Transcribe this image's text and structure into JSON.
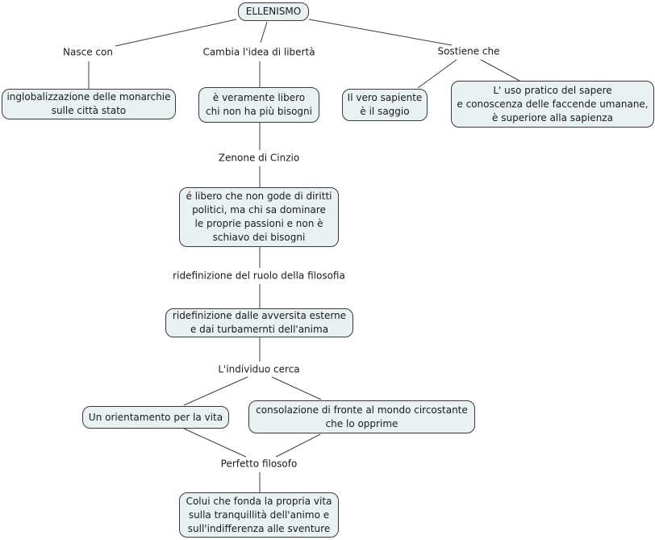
{
  "diagram": {
    "title": "ELLENISMO",
    "colors": {
      "background": "#ffffff",
      "node_fill": "#eaf1f2",
      "node_border": "#3a3a3a",
      "line": "#3c3c3c",
      "text": "#1a1a1a"
    }
  },
  "nodes": [
    {
      "id": "ellenismo",
      "text": "ELLENISMO"
    },
    {
      "id": "inglobalizzazione",
      "text": "inglobalizzazione delle monarchie\nsulle città stato"
    },
    {
      "id": "veramente-libero",
      "text": "è veramente libero\nchi non ha più bisogni"
    },
    {
      "id": "vero-sapiente",
      "text": "Il vero sapiente\nè il saggio"
    },
    {
      "id": "uso-pratico",
      "text": "L' uso pratico del sapere\ne conoscenza delle faccende umanane,\nè superiore alla sapienza"
    },
    {
      "id": "libero-diritti",
      "text": "é libero che non gode di diritti\npolitici, ma chi sa dominare\nle proprie passioni e non è\nschiavo dei bisogni"
    },
    {
      "id": "ridefinizione-avversita",
      "text": "ridefinizione dalle avversita esterne\ne dai turbamernti dell'anima"
    },
    {
      "id": "orientamento",
      "text": "Un orientamento per la vita"
    },
    {
      "id": "consolazione",
      "text": "consolazione di fronte al mondo circostante\nche lo opprime"
    },
    {
      "id": "colui-che-fonda",
      "text": "Colui che fonda la propria vita\nsulla tranquillità dell'animo e\nsull'indifferenza alle sventure"
    }
  ],
  "labels": [
    {
      "id": "nasce-con",
      "text": "Nasce con"
    },
    {
      "id": "cambia-idea",
      "text": "Cambia l'idea di libertà"
    },
    {
      "id": "sostiene-che",
      "text": "Sostiene che"
    },
    {
      "id": "zenone",
      "text": "Zenone di Cinzio"
    },
    {
      "id": "ridefinizione-ruolo",
      "text": "ridefinizione del ruolo della filosofia"
    },
    {
      "id": "individuo-cerca",
      "text": "L'individuo cerca"
    },
    {
      "id": "perfetto-filosofo",
      "text": "Perfetto filosofo"
    }
  ],
  "edges": [
    {
      "from": "ellenismo",
      "to": "nasce-con"
    },
    {
      "from": "ellenismo",
      "to": "cambia-idea"
    },
    {
      "from": "ellenismo",
      "to": "sostiene-che"
    },
    {
      "from": "nasce-con",
      "to": "inglobalizzazione"
    },
    {
      "from": "cambia-idea",
      "to": "veramente-libero"
    },
    {
      "from": "sostiene-che",
      "to": "vero-sapiente"
    },
    {
      "from": "sostiene-che",
      "to": "uso-pratico"
    },
    {
      "from": "veramente-libero",
      "to": "zenone"
    },
    {
      "from": "zenone",
      "to": "libero-diritti"
    },
    {
      "from": "libero-diritti",
      "to": "ridefinizione-ruolo"
    },
    {
      "from": "ridefinizione-ruolo",
      "to": "ridefinizione-avversita"
    },
    {
      "from": "ridefinizione-avversita",
      "to": "individuo-cerca"
    },
    {
      "from": "individuo-cerca",
      "to": "orientamento"
    },
    {
      "from": "individuo-cerca",
      "to": "consolazione"
    },
    {
      "from": "orientamento",
      "to": "perfetto-filosofo"
    },
    {
      "from": "consolazione",
      "to": "perfetto-filosofo"
    },
    {
      "from": "perfetto-filosofo",
      "to": "colui-che-fonda"
    }
  ]
}
